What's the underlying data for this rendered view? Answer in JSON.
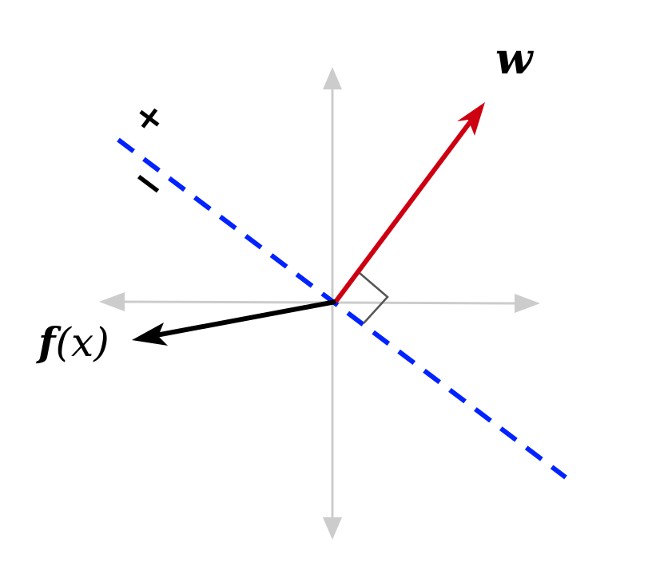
{
  "labels": {
    "weight": "w",
    "function_f": "f",
    "function_arg": "(x)",
    "positive_side": "+",
    "negative_side": "−"
  },
  "colors": {
    "axes": "#cccccc",
    "weight_vector": "#cc0011",
    "decision_boundary": "#0022ff",
    "fx_vector": "#000000",
    "right_angle_marker": "#555555"
  }
}
